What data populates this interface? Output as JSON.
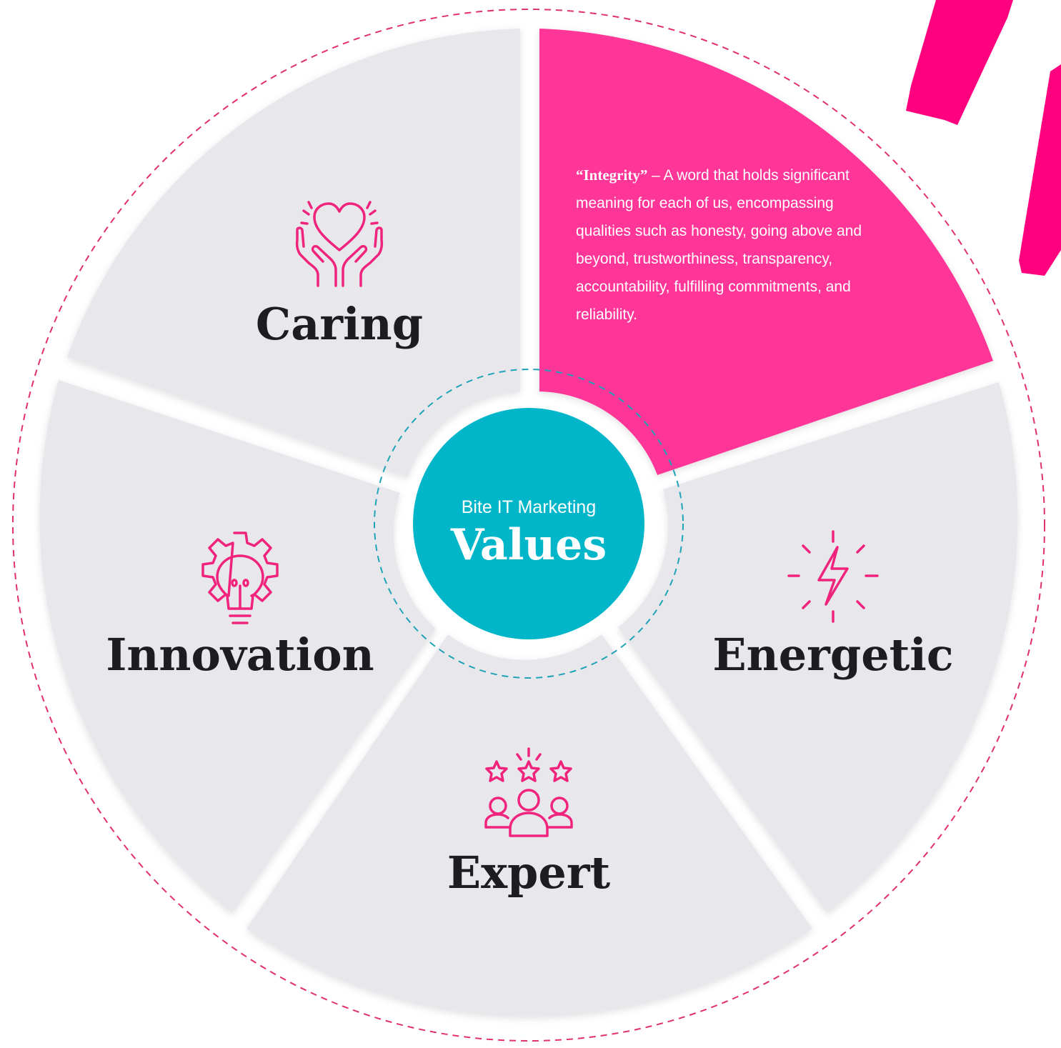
{
  "center": {
    "subtitle": "Bite IT Marketing",
    "title": "Values"
  },
  "segments": [
    {
      "label": "Caring",
      "icon": "heart-in-hands-icon"
    },
    {
      "label": "Integrity",
      "icon": ""
    },
    {
      "label": "Energetic",
      "icon": "lightning-bolt-icon"
    },
    {
      "label": "Expert",
      "icon": "team-stars-icon"
    },
    {
      "label": "Innovation",
      "icon": "lightbulb-gear-icon"
    }
  ],
  "integrity": {
    "keyword": "“Integrity”",
    "text": " – A word that holds significant meaning for each of us, encompassing qualities such as honesty, going above and beyond, trustworthiness, transparency, accountability, fulfilling commitments, and reliability."
  },
  "colors": {
    "accent_pink": "#ff3597",
    "segment_grey": "#e8e8ec",
    "center_teal": "#00b6c8",
    "title_dark": "#1d1d1f",
    "brush_pink": "#ff007f"
  }
}
